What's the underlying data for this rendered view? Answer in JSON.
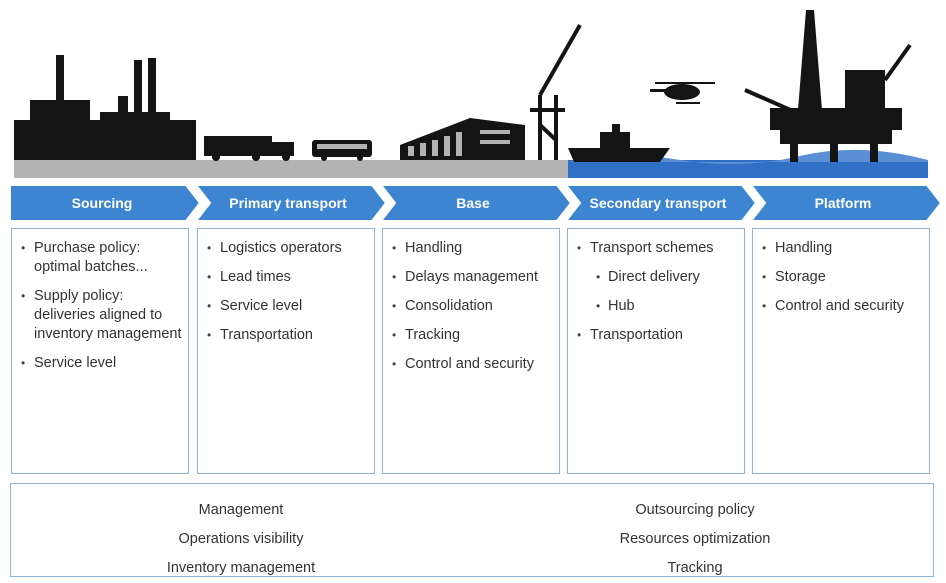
{
  "stages": [
    {
      "label": "Sourcing",
      "items": [
        "Purchase policy: optimal batches...",
        "Supply policy: deliveries aligned to inventory management",
        "Service level"
      ]
    },
    {
      "label": "Primary transport",
      "items": [
        "Logistics operators",
        "Lead times",
        "Service level",
        "Transportation"
      ]
    },
    {
      "label": "Base",
      "items": [
        "Handling",
        "Delays management",
        "Consolidation",
        "Tracking",
        "Control and security"
      ]
    },
    {
      "label": "Secondary transport",
      "items": [
        "Transport schemes",
        "Direct delivery",
        "Hub",
        "Transportation"
      ]
    },
    {
      "label": "Platform",
      "items": [
        "Handling",
        "Storage",
        "Control and security"
      ]
    }
  ],
  "bottom": {
    "left": [
      "Management",
      "Operations visibility",
      "Inventory management"
    ],
    "right": [
      "Outsourcing policy",
      "Resources optimization",
      "Tracking"
    ]
  },
  "colors": {
    "chevron": "#3d85d1",
    "chevron_dark": "#2f6fb5",
    "border": "#8fb4d9",
    "ground": "#b3b3b3",
    "sea": "#2f6fc4",
    "silhouette": "#141414"
  },
  "icons": [
    "factory-icon",
    "truck-icon",
    "bus-icon",
    "warehouse-icon",
    "crane-icon",
    "ship-icon",
    "helicopter-icon",
    "oil-platform-icon"
  ]
}
